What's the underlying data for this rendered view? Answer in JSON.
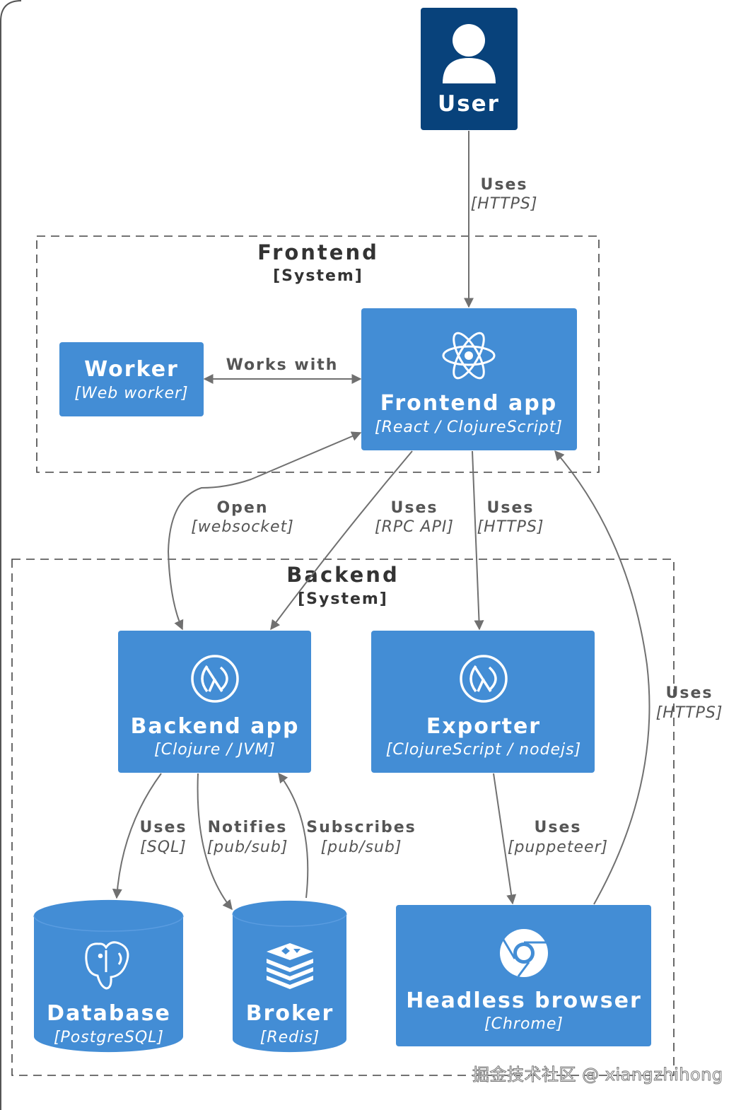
{
  "person": {
    "label": "User"
  },
  "systems": {
    "frontend": {
      "title": "Frontend",
      "type": "[System]"
    },
    "backend": {
      "title": "Backend",
      "type": "[System]"
    }
  },
  "containers": {
    "worker": {
      "title": "Worker",
      "tech": "[Web worker]"
    },
    "frontend_app": {
      "title": "Frontend app",
      "tech": "[React / ClojureScript]",
      "icon": "react-icon"
    },
    "backend_app": {
      "title": "Backend app",
      "tech": "[Clojure / JVM]",
      "icon": "clojure-icon"
    },
    "exporter": {
      "title": "Exporter",
      "tech": "[ClojureScript / nodejs]",
      "icon": "clojure-icon"
    },
    "database": {
      "title": "Database",
      "tech": "[PostgreSQL]",
      "icon": "postgresql-icon"
    },
    "broker": {
      "title": "Broker",
      "tech": "[Redis]",
      "icon": "redis-icon"
    },
    "headless_browser": {
      "title": "Headless browser",
      "tech": "[Chrome]",
      "icon": "chrome-icon"
    }
  },
  "relations": {
    "user_frontend": {
      "label": "Uses",
      "tech": "[HTTPS]"
    },
    "worker_frontend": {
      "label": "Works with"
    },
    "frontend_backend_ws": {
      "label": "Open",
      "tech": "[websocket]"
    },
    "frontend_backend_rpc": {
      "label": "Uses",
      "tech": "[RPC API]"
    },
    "frontend_exporter": {
      "label": "Uses",
      "tech": "[HTTPS]"
    },
    "browser_frontend": {
      "label": "Uses",
      "tech": "[HTTPS]"
    },
    "backend_database": {
      "label": "Uses",
      "tech": "[SQL]"
    },
    "backend_broker_notify": {
      "label": "Notifies",
      "tech": "[pub/sub]"
    },
    "broker_backend_subscribe": {
      "label": "Subscribes",
      "tech": "[pub/sub]"
    },
    "exporter_browser": {
      "label": "Uses",
      "tech": "[puppeteer]"
    }
  },
  "watermark": "掘金技术社区 @ xiangzhihong",
  "colors": {
    "container": "#438dd5",
    "person": "#08427b",
    "edge": "#707070",
    "label": "#555555"
  }
}
